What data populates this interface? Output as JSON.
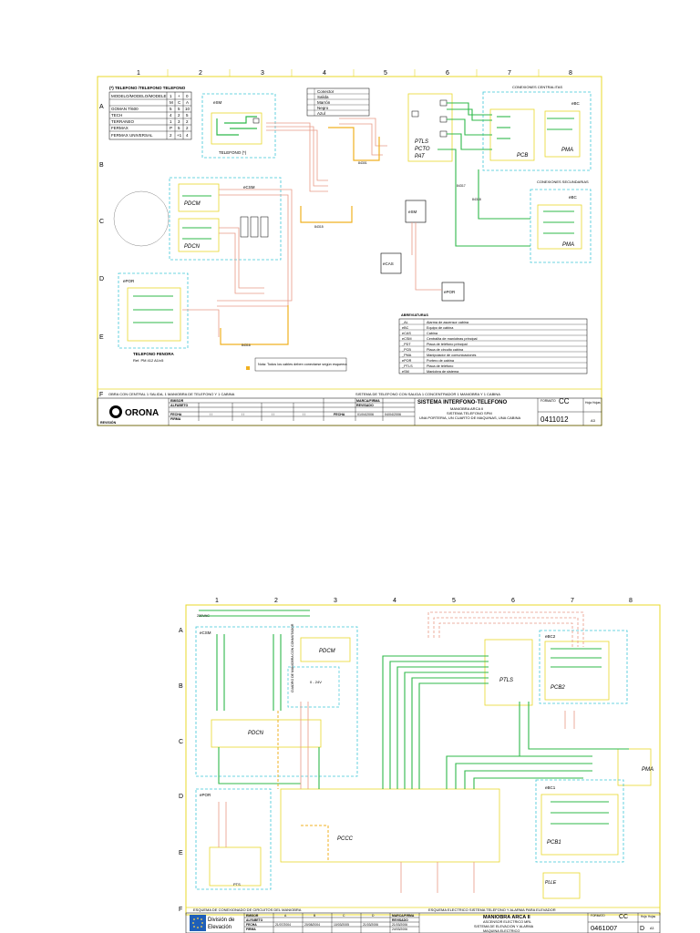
{
  "sheet1": {
    "columns": [
      "1",
      "2",
      "3",
      "4",
      "5",
      "6",
      "7",
      "8"
    ],
    "rows": [
      "A",
      "B",
      "C",
      "D",
      "E",
      "F"
    ],
    "phone_table": {
      "title": "(*) TELEFONO /TELEFONO TELEFONO",
      "header": [
        "MODELO/MODELO/MODELE",
        "1",
        "+",
        "0"
      ],
      "subheader": [
        "",
        "M",
        "C",
        "A"
      ],
      "rows": [
        [
          "GOMAN T/600",
          "5",
          "5",
          "10"
        ],
        [
          "TECH",
          "4",
          "2",
          "5"
        ],
        [
          "TERRANEO",
          "1",
          "3",
          "2"
        ],
        [
          "FERMAX",
          "P",
          "5",
          "2"
        ],
        [
          "FERMAX UNIVERSAL",
          "2",
          "+1",
          "4"
        ]
      ]
    },
    "legend_small": [
      "Conector",
      "Salida",
      "Marrón",
      "Negro",
      "Azul"
    ],
    "module_labels": {
      "tel": "TELEFONO (*)",
      "pcb_top": "PCB",
      "pma_top": "PMA",
      "pts": "PTLS",
      "pcto": "PCTO",
      "pat": "PAT",
      "pdcm": "PDCM",
      "pdcn": "PDCN",
      "ebc": "eBC",
      "ebc2": "eBC",
      "esm": "eSM",
      "ecas": "eCAS",
      "epor": "ePOR",
      "ecsm": "eCSM",
      "epor_box": "ePOR",
      "telefono_fenora": "TELEFONO FENORA",
      "ref": "Ref. PM 412 A1/v5",
      "pma_mid": "PMA",
      "label_top_right": "CONEXIONES CENTRALITAS",
      "label_mid_right": "CONEXIONES SECUNDARIAS"
    },
    "abbr_table": {
      "title": "ABREVIATURAS",
      "rows": [
        [
          "_AL",
          "Alarma de ascensor cabina"
        ],
        [
          "eBC",
          "Equipo de cabina"
        ],
        [
          "eCAS",
          "Cabina"
        ],
        [
          "eCSM",
          "Centralita de maniobras principal"
        ],
        [
          "_PDT",
          "Placa de teléfono principal"
        ],
        [
          "_PCB",
          "Placa de circuito cabina"
        ],
        [
          "_PMA",
          "Manipulador de comunicaciones"
        ],
        [
          "ePOR",
          "Portero de cabina"
        ],
        [
          "_PTLS",
          "Placa de teléfono"
        ],
        [
          "eSM",
          "Maniobra de sistema"
        ]
      ]
    },
    "note": "Nota: Todos los cables deben conectarse según esquema",
    "cable_labels": [
      "84301",
      "84315",
      "84316",
      "84317",
      "84318"
    ],
    "footer_row": "OBRA CON CENTRAL 1 SALIDA, 1 MANIOBRA DE TELEFONO Y 1 CABINA",
    "footer_row2": "SISTEMA DE TELEFONO CON SALIDA 1 CONCENTRADOR 1 MANIOBRA Y 1 CABINA",
    "title_block": {
      "company": "ORONA",
      "label_emisor": "EMISOR",
      "label_alfabeto": "ALFABETO",
      "label_fecha": "FECHA",
      "label_firma": "FIRMA",
      "label_revision": "REVISIÓN",
      "date_slots": "/ /",
      "marca": "MARCA/FIRMA",
      "revisado": "REVISADO",
      "date1": "01/04/2006",
      "date2": "04/04/2006",
      "title": "SISTEMA INTERFONO-TELEFONO",
      "sub1": "MANIOBRA ARCA II",
      "sub2": "SISTEMA TELEFONO SPM",
      "sub3": "UNA PORTERIA, UN CUARTO DE MAQUINAS, UNA CABINA",
      "formato_label": "FORMATO",
      "cc": "CC",
      "hoja": "Hoja",
      "hojas": "Hojas",
      "number": "0411012",
      "sheet": "A3"
    }
  },
  "sheet2": {
    "columns": [
      "1",
      "2",
      "3",
      "4",
      "5",
      "6",
      "7",
      "8"
    ],
    "rows": [
      "A",
      "B",
      "C",
      "D",
      "E",
      "F"
    ],
    "labels": {
      "ecsm": "eCSM",
      "pdcm": "PDCM",
      "pdcn": "PDCN",
      "pts": "PTLS",
      "ebc2": "eBC2",
      "pcb2": "PCB2",
      "pma": "PMA",
      "ebc1": "eBC1",
      "pcb1": "PCB1",
      "pccc": "PCCC",
      "epor": "ePOR",
      "pts2": "PTS",
      "voltage": "230VAC",
      "v24": "0 - 24V",
      "plaa": "PLLE",
      "side_label": "CUADRO DE MANIOBRA CON CONMUTADOR"
    },
    "footer_row": "ESQUEMA DE CONEXIONADO DE CIRCUITOS DEL MANIOBRA",
    "footer_row2": "ESQUEMA ELECTRICO SISTEMA TELEFONO Y ALARMA PARA ELEVADOR",
    "title_block": {
      "company_line1": "División de",
      "company_line2": "Elevación",
      "label_emisor": "EMISOR",
      "label_alfabeto": "ALFABETO",
      "label_fecha": "FECHA",
      "label_firma": "FIRMA",
      "cols": [
        "A",
        "B",
        "C",
        "D"
      ],
      "dates": [
        "21/07/2004",
        "20/08/2004",
        "10/03/2005",
        "21/03/2006"
      ],
      "marca": "MARCA/FIRMA",
      "revisado": "REVISADO",
      "date_last1": "21/03/2006",
      "date_last2": "24/03/2006",
      "title": "MANIOBRA ARCA II",
      "sub1": "ASCENSOR ELECTRICO MRL",
      "sub2": "SISTEMA DE ELEVACION Y ALARMA",
      "sub3": "MAQUINA ELECTRICO",
      "formato_label": "FORMATO",
      "cc": "CC",
      "hoja": "Hoja",
      "hojas": "Hojas",
      "number": "0461007",
      "rev": "D",
      "sheet": "A3"
    }
  },
  "colors": {
    "frame": "#e8d82a",
    "dashed": "#3ec6d8",
    "green": "#2fb94a",
    "salmon": "#e89a86",
    "orange": "#f0b020",
    "blue": "#1f5fb8"
  }
}
